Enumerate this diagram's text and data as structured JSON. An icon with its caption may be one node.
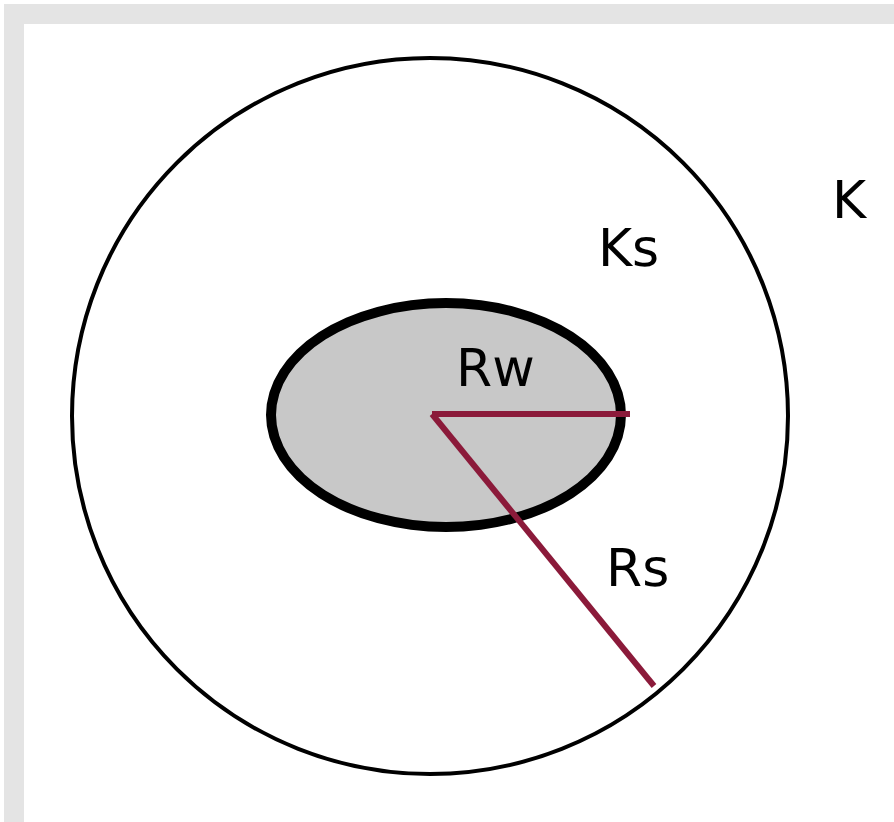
{
  "diagram": {
    "nodes": [
      {
        "text": [
          "Ks"
        ]
      },
      {
        "text": [
          "Rw"
        ],
        "in": 0
      }
    ],
    "labels": [
      "K",
      "Rs"
    ]
  }
}
